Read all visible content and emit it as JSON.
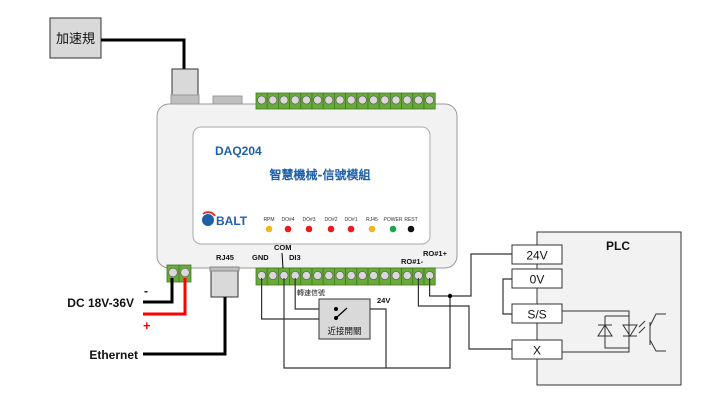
{
  "sensor": {
    "label": "加速規"
  },
  "device": {
    "model": "DAQ204",
    "title": "智慧機械-信號模組",
    "brand": "BALT",
    "brand_color": "#1f5fa8",
    "leds": [
      {
        "label": "RPM",
        "color": "#f2b718"
      },
      {
        "label": "DO#4",
        "color": "#e81c1c"
      },
      {
        "label": "DO#3",
        "color": "#e81c1c"
      },
      {
        "label": "DO#2",
        "color": "#e81c1c"
      },
      {
        "label": "DO#1",
        "color": "#e81c1c"
      },
      {
        "label": "RJ45",
        "color": "#f2b718"
      },
      {
        "label": "POWER",
        "color": "#1aa84a"
      },
      {
        "label": "REST",
        "color": "#111111"
      }
    ],
    "port_labels": {
      "rj45": "RJ45",
      "gnd": "GND",
      "com": "COM",
      "di3": "DI3",
      "ro1_minus": "RO#1-",
      "ro1_plus": "RO#1+"
    },
    "terminal_color": "#6aaa3a"
  },
  "power": {
    "minus": "-",
    "label": "DC 18V-36V",
    "plus": "+",
    "plus_color": "#ff0000"
  },
  "ethernet": {
    "label": "Ethernet"
  },
  "sensor_switch": {
    "signal_label": "轉速信號",
    "voltage": "24V",
    "label": "近接開關"
  },
  "plc": {
    "title": "PLC",
    "terminals": [
      "24V",
      "0V",
      "S/S",
      "X"
    ]
  }
}
